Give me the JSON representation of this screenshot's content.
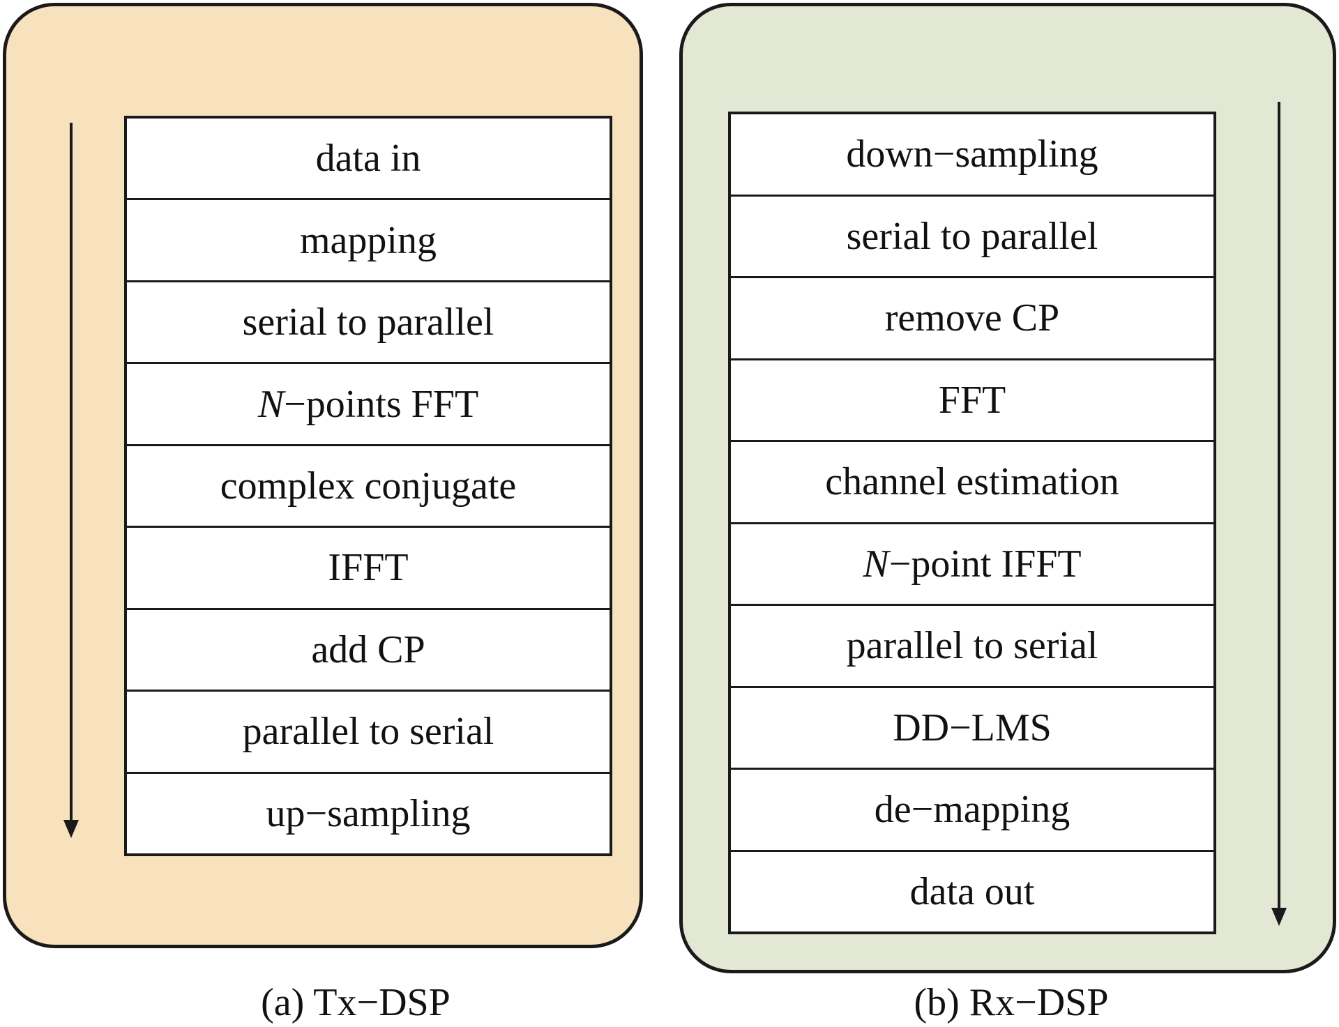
{
  "tx_panel": {
    "steps": [
      {
        "label": "data in"
      },
      {
        "label": "mapping"
      },
      {
        "label": "serial to parallel"
      },
      {
        "italic": "N",
        "label": "−points FFT"
      },
      {
        "label": "complex conjugate"
      },
      {
        "label": "IFFT"
      },
      {
        "label": "add CP"
      },
      {
        "label": "parallel to serial"
      },
      {
        "label": "up−sampling"
      }
    ],
    "caption": "(a) Tx−DSP"
  },
  "rx_panel": {
    "steps": [
      {
        "label": "down−sampling"
      },
      {
        "label": "serial to parallel"
      },
      {
        "label": "remove CP"
      },
      {
        "label": "FFT"
      },
      {
        "label": "channel estimation"
      },
      {
        "italic": "N",
        "label": "−point IFFT"
      },
      {
        "label": "parallel to serial"
      },
      {
        "label": "DD−LMS"
      },
      {
        "label": "de−mapping"
      },
      {
        "label": "data out"
      }
    ],
    "caption": "(b) Rx−DSP"
  },
  "colors": {
    "tx_background": "#f8e1bd",
    "rx_background": "#e2e8d3",
    "line": "#1a1a1a"
  }
}
